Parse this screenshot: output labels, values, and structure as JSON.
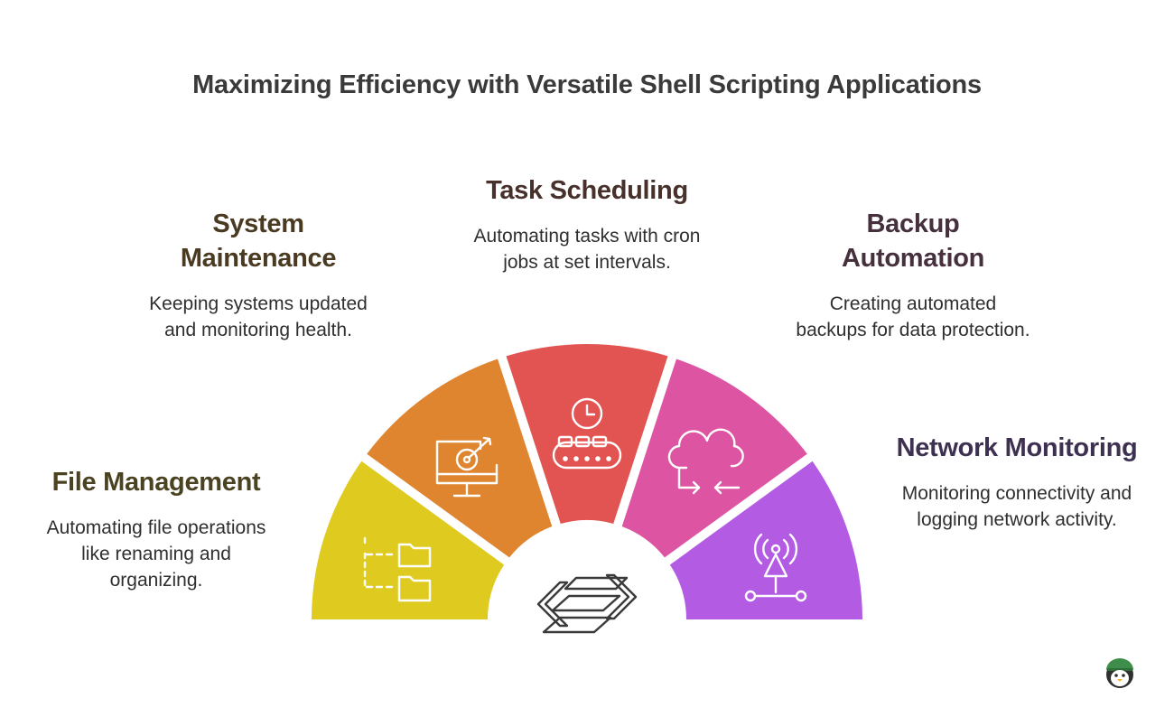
{
  "title": "Maximizing Efficiency with Versatile Shell Scripting Applications",
  "segments": [
    {
      "heading": "File Management",
      "description": "Automating file operations like renaming and organizing.",
      "color": "#dfcb1f",
      "icon": "folder-tree-icon"
    },
    {
      "heading": "System Maintenance",
      "description": "Keeping systems updated and monitoring health.",
      "color": "#e0852f",
      "icon": "monitor-target-icon"
    },
    {
      "heading": "Task Scheduling",
      "description": "Automating tasks with cron jobs at set intervals.",
      "color": "#e25451",
      "icon": "clock-conveyor-icon"
    },
    {
      "heading": "Backup Automation",
      "description": "Creating automated backups for data protection.",
      "color": "#dd54a3",
      "icon": "cloud-sync-icon"
    },
    {
      "heading": "Network Monitoring",
      "description": "Monitoring connectivity and logging network activity.",
      "color": "#b35ce3",
      "icon": "antenna-network-icon"
    }
  ],
  "center_icon": "shell-arrows-icon",
  "brand_icon": "penguin-mascot-icon"
}
